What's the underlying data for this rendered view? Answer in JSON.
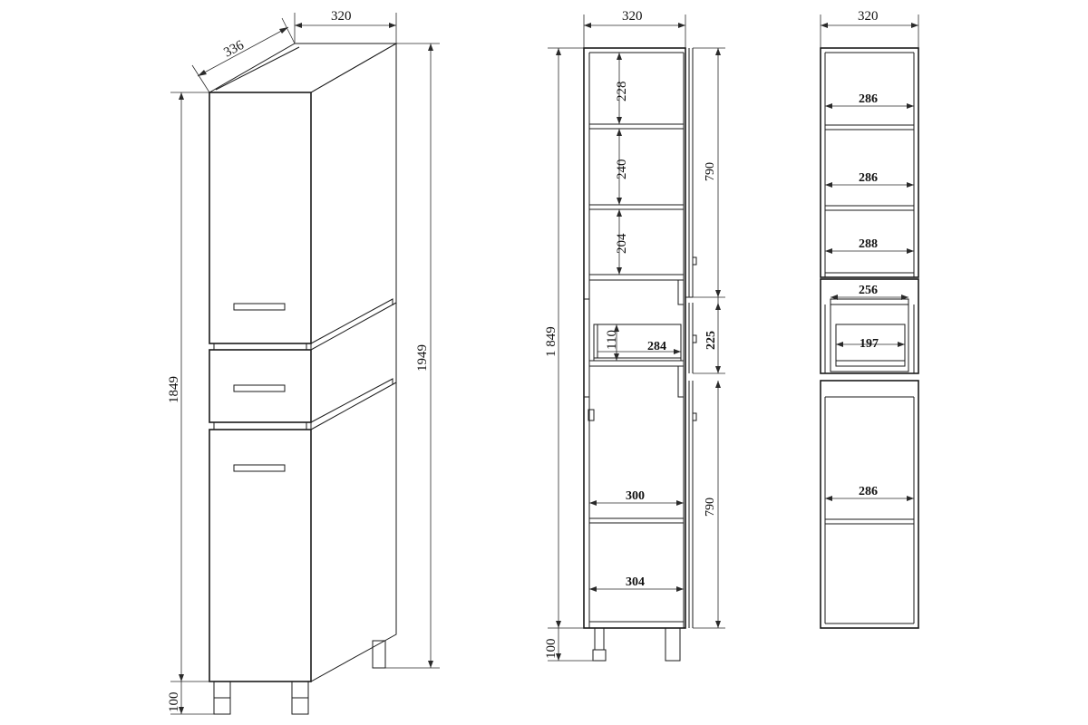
{
  "views": {
    "iso": {
      "width": "320",
      "depth": "336",
      "height_body": "1849",
      "height_total": "1949",
      "legs": "100"
    },
    "front_section": {
      "width": "320",
      "height_body": "1 849",
      "legs": "100",
      "upper_section": "790",
      "drawer_section": "225",
      "lower_section": "790",
      "shelf_gap_1": "228",
      "shelf_gap_2": "240",
      "shelf_gap_3": "204",
      "drawer_height": "110",
      "drawer_inner_width": "284",
      "lower_shelf_width": "300",
      "bottom_width": "304"
    },
    "side_section": {
      "width": "320",
      "shelf_1": "286",
      "shelf_2": "286",
      "shelf_3": "288",
      "drawer_outer": "256",
      "drawer_inner": "197",
      "lower_shelf": "286"
    }
  }
}
